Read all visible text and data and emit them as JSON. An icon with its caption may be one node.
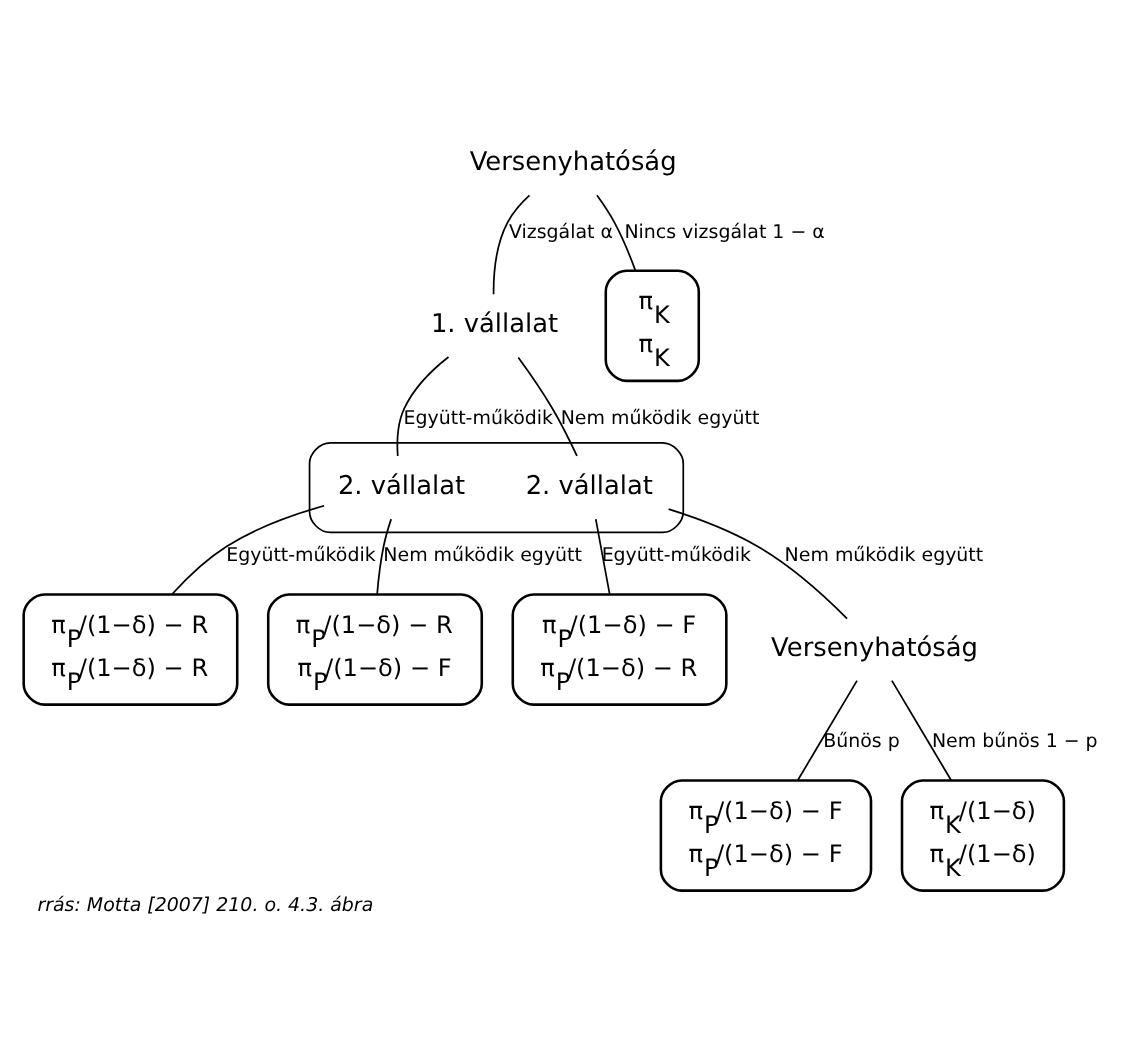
{
  "diagram": {
    "caption": "rrás: Motta [2007] 210. o. 4.3. ábra",
    "nodes": [
      {
        "text": [
          "Versenyhatóság"
        ]
      },
      {
        "text": [
          "1. vállalat"
        ]
      },
      {
        "text": [
          "π$_{K}$",
          "π$_{K}$"
        ]
      },
      {
        "text": [],
        "shape": "ellipse"
      },
      {
        "text": [
          "2. vállalat"
        ],
        "in": 3
      },
      {
        "text": [
          "2. vállalat"
        ],
        "in": 3
      },
      {
        "text": [
          "π$_{P}$/(1−δ) − R",
          "π$_{P}$/(1−δ) − R"
        ]
      },
      {
        "text": [
          "π$_{P}$/(1−δ) − R",
          "π$_{P}$/(1−δ) − F"
        ]
      },
      {
        "text": [
          "π$_{P}$/(1−δ) − F",
          "π$_{P}$/(1−δ) − R"
        ]
      },
      {
        "text": [
          "Versenyhatóság"
        ]
      },
      {
        "text": [
          "π$_{P}$/(1−δ) − F",
          "π$_{P}$/(1−δ) − F"
        ]
      },
      {
        "text": [
          "π$_{K}$/(1−δ)",
          "π$_{K}$/(1−δ)"
        ]
      }
    ],
    "edges": [
      {
        "from": 0,
        "to": 1,
        "arrow": "none",
        "label": "Vizsgálat α"
      },
      {
        "from": 0,
        "to": 2,
        "arrow": "none",
        "label": "Nincs vizsgálat 1 − α"
      },
      {
        "from": 1,
        "to": 4,
        "arrow": "none",
        "label": "Együtt-működik"
      },
      {
        "from": 1,
        "to": 5,
        "arrow": "none",
        "label": "Nem működik együtt"
      },
      {
        "from": 4,
        "to": 6,
        "arrow": "none",
        "label": "Együtt-működik"
      },
      {
        "from": 4,
        "to": 7,
        "arrow": "none",
        "label": "Nem működik együtt"
      },
      {
        "from": 5,
        "to": 8,
        "arrow": "none",
        "label": "Együtt-működik"
      },
      {
        "from": 5,
        "to": 9,
        "arrow": "none",
        "label": "Nem működik együtt"
      },
      {
        "from": 9,
        "to": 10,
        "arrow": "none",
        "label": "Bűnös p"
      },
      {
        "from": 9,
        "to": 11,
        "arrow": "none",
        "label": "Nem bűnös 1 − p"
      }
    ]
  }
}
